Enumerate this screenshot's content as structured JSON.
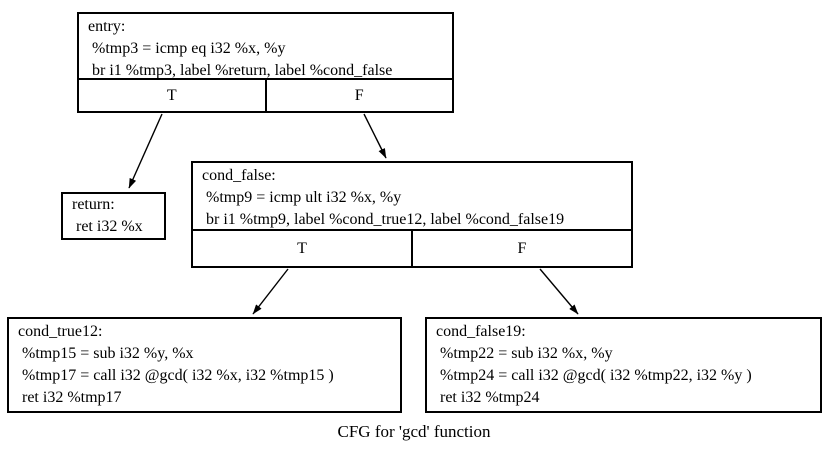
{
  "diagram": {
    "caption": "CFG for 'gcd' function",
    "function_name": "gcd",
    "colors": {
      "background": "#ffffff",
      "border": "#000000",
      "text": "#000000"
    }
  },
  "nodes": {
    "entry": {
      "lines": [
        "entry:",
        " %tmp3 = icmp eq i32 %x, %y",
        " br i1 %tmp3, label %return, label %cond_false"
      ],
      "true_label": "T",
      "false_label": "F"
    },
    "return": {
      "lines": [
        "return:",
        " ret i32 %x"
      ]
    },
    "cond_false": {
      "lines": [
        "cond_false:",
        " %tmp9 = icmp ult i32 %x, %y",
        " br i1 %tmp9, label %cond_true12, label %cond_false19"
      ],
      "true_label": "T",
      "false_label": "F"
    },
    "cond_true12": {
      "lines": [
        "cond_true12:",
        " %tmp15 = sub i32 %y, %x",
        " %tmp17 = call i32 @gcd( i32 %x, i32 %tmp15 )",
        " ret i32 %tmp17"
      ]
    },
    "cond_false19": {
      "lines": [
        "cond_false19:",
        " %tmp22 = sub i32 %x, %y",
        " %tmp24 = call i32 @gcd( i32 %tmp22, i32 %y )",
        " ret i32 %tmp24"
      ]
    }
  },
  "edges": [
    {
      "from": "entry",
      "branch": "T",
      "to": "return"
    },
    {
      "from": "entry",
      "branch": "F",
      "to": "cond_false"
    },
    {
      "from": "cond_false",
      "branch": "T",
      "to": "cond_true12"
    },
    {
      "from": "cond_false",
      "branch": "F",
      "to": "cond_false19"
    }
  ]
}
